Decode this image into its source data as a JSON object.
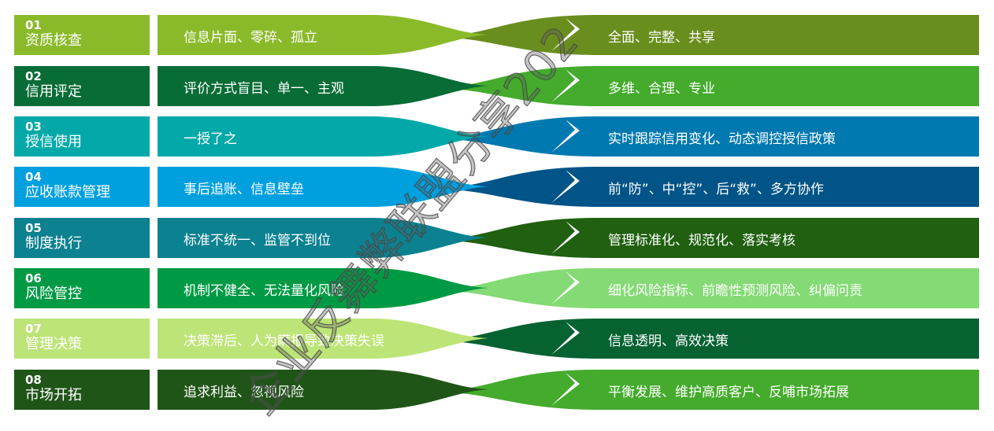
{
  "rows": [
    {
      "num": "01",
      "category": "资质核查",
      "before": "信息片面、零碎、孤立",
      "after": "全面、完整、共享",
      "left_color": "#8aba2a",
      "right_color": "#6a8e1e"
    },
    {
      "num": "02",
      "category": "信用评定",
      "before": "评价方式盲目、单一、主观",
      "after": "多维、合理、专业",
      "left_color": "#086c36",
      "right_color": "#44ab2c"
    },
    {
      "num": "03",
      "category": "授信使用",
      "before": "一授了之",
      "after": "实时跟踪信用变化、动态调控授信政策",
      "left_color": "#02a9a8",
      "right_color": "#0079b0"
    },
    {
      "num": "04",
      "category": "应收账款管理",
      "before": "事后追账、信息壁垒",
      "after": "前“防”、中“控”、后“救”、多方协作",
      "left_color": "#00a0df",
      "right_color": "#005487"
    },
    {
      "num": "05",
      "category": "制度执行",
      "before": "标准不统一、监管不到位",
      "after": "管理标准化、规范化、落实考核",
      "left_color": "#0c8190",
      "right_color": "#206010"
    },
    {
      "num": "06",
      "category": "风险管控",
      "before": "机制不健全、无法量化风险",
      "after": "细化风险指标、前瞻性预测风险、纠偏问责",
      "left_color": "#009a44",
      "right_color": "#84da74"
    },
    {
      "num": "07",
      "category": "管理决策",
      "before": "决策滞后、人为瞒报导致决策失误",
      "after": "信息透明、高效决策",
      "left_color": "#bde477",
      "right_color": "#076232"
    },
    {
      "num": "08",
      "category": "市场开拓",
      "before": "追求利益、忽视风险",
      "after": "平衡发展、维护高质客户、反哺市场拓展",
      "left_color": "#205518",
      "right_color": "#44ab2c"
    }
  ],
  "watermark": "企业反舞弊联盟分享202"
}
